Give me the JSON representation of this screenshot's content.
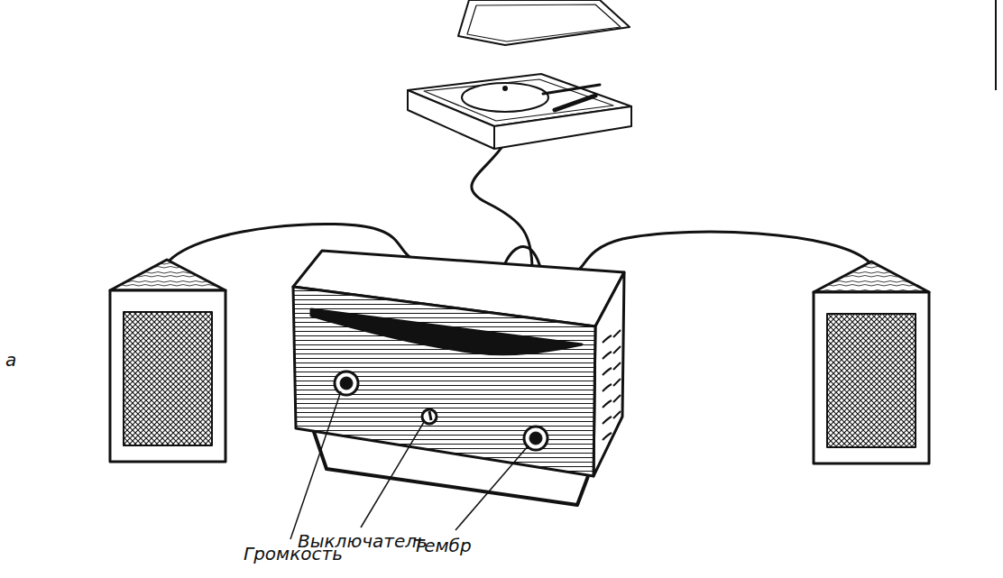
{
  "diagram": {
    "labels": [
      "Громкость",
      "Выключатель",
      "Тембр",
      "а"
    ]
  }
}
